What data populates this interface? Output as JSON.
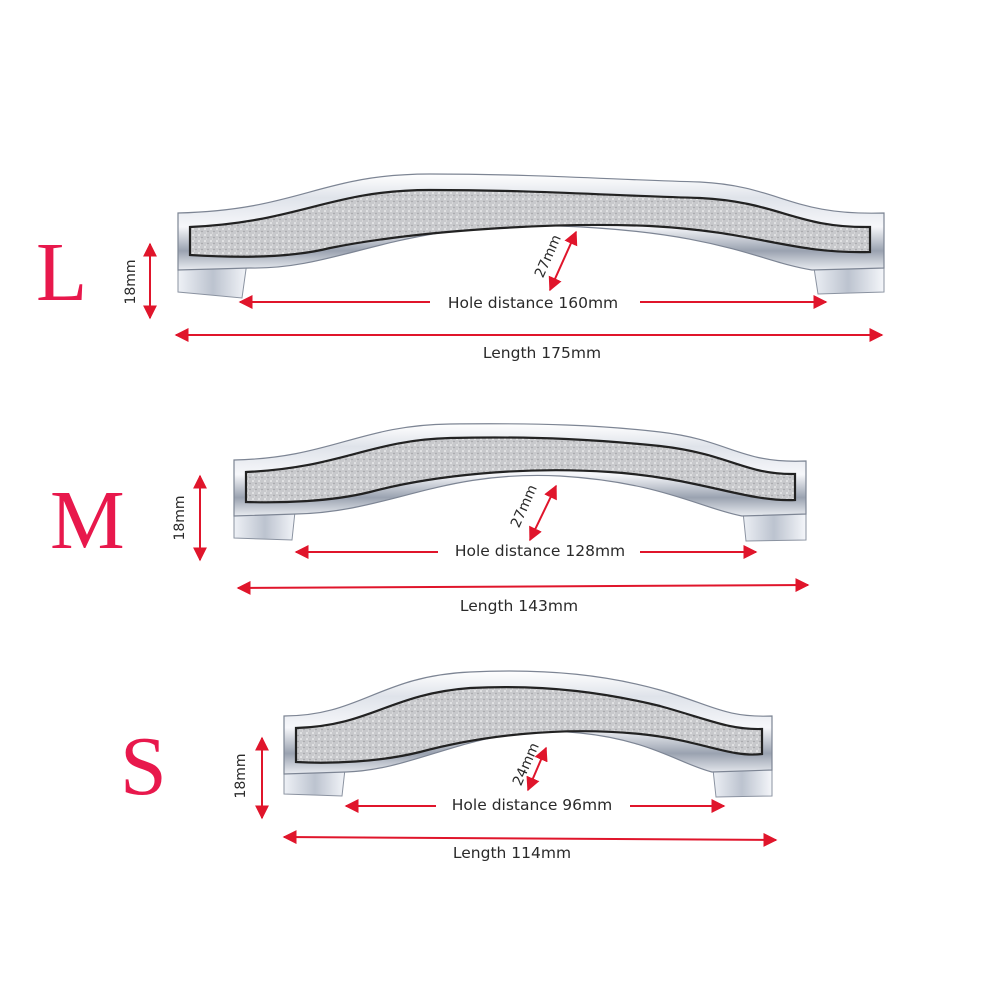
{
  "colors": {
    "accent": "#e8184c",
    "arrow": "#e0152b",
    "chrome_light": "#f2f4f8",
    "chrome_dark": "#7d8594",
    "inlay": "#c9cacc",
    "inlay_border": "#222222"
  },
  "handles": [
    {
      "size": "L",
      "height_label": "18mm",
      "depth_label": "27mm",
      "hole_label": "Hole distance 160mm",
      "length_label": "Length 175mm"
    },
    {
      "size": "M",
      "height_label": "18mm",
      "depth_label": "27mm",
      "hole_label": "Hole distance 128mm",
      "length_label": "Length 143mm"
    },
    {
      "size": "S",
      "height_label": "18mm",
      "depth_label": "24mm",
      "hole_label": "Hole distance 96mm",
      "length_label": "Length 114mm"
    }
  ]
}
